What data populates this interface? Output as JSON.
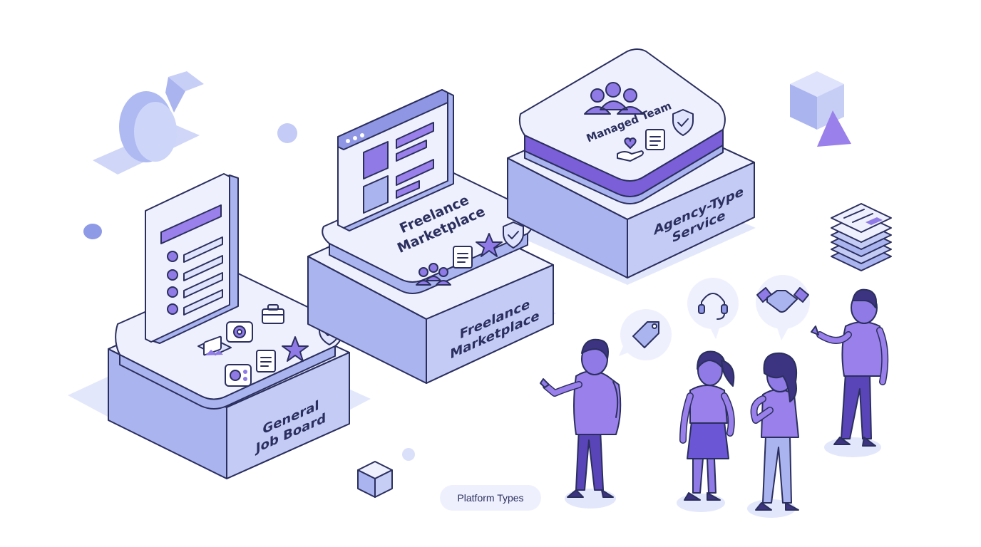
{
  "platforms": [
    {
      "base_label_line1": "General",
      "base_label_line2": "Job Board"
    },
    {
      "card_label_line1": "Freelance",
      "card_label_line2": "Marketplace",
      "base_label_line1": "Freelance",
      "base_label_line2": "Marketplace"
    },
    {
      "card_label": "Managed Team",
      "base_label_line1": "Agency-Type",
      "base_label_line2": "Service"
    }
  ],
  "caption": "Platform Types",
  "colors": {
    "outline": "#2b2f5e",
    "base_side": "#aab4ef",
    "base_top": "#eef0fd",
    "panel": "#dfe3fb",
    "accent": "#8f7ae6",
    "accent_dark": "#6b56d6",
    "shadow": "#e3e7fb",
    "person_shirt": "#9a80ea",
    "person_pants": "#5a45b8",
    "person_hair": "#3c3480",
    "skin": "#8f7ae6"
  },
  "icons": [
    "image-icon",
    "gear-icon",
    "briefcase-icon",
    "star-icon",
    "shield-check-icon",
    "document-icon",
    "users-icon",
    "handshake-icon",
    "headset-icon",
    "price-tag-icon",
    "heart-hand-icon",
    "server-stack-icon"
  ]
}
